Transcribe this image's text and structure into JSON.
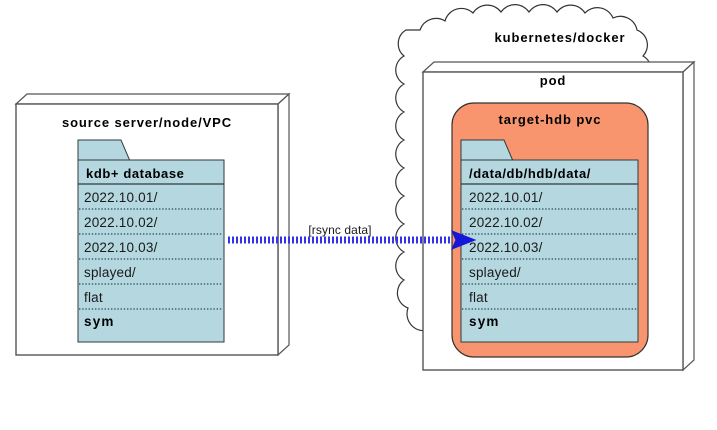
{
  "diagram": {
    "type": "architecture-diagram",
    "title_none": "",
    "source": {
      "container_label": "source server/node/VPC",
      "folder": {
        "header": "kdb+ database",
        "rows": [
          {
            "text": "2022.10.01/",
            "bold": false
          },
          {
            "text": "2022.10.02/",
            "bold": false
          },
          {
            "text": "2022.10.03/",
            "bold": false
          },
          {
            "text": "splayed/",
            "bold": false
          },
          {
            "text": "flat",
            "bold": false
          },
          {
            "text": "sym",
            "bold": true
          }
        ]
      }
    },
    "target": {
      "cloud_label": "kubernetes/docker",
      "pod_label": "pod",
      "pvc_label": "target-hdb pvc",
      "folder": {
        "header": "/data/db/hdb/data/",
        "rows": [
          {
            "text": "2022.10.01/",
            "bold": false
          },
          {
            "text": "2022.10.02/",
            "bold": false
          },
          {
            "text": "2022.10.03/",
            "bold": false
          },
          {
            "text": "splayed/",
            "bold": false
          },
          {
            "text": "flat",
            "bold": false
          },
          {
            "text": "sym",
            "bold": true
          }
        ]
      }
    },
    "connector": {
      "label": "[rsync data]",
      "direction": "left-to-right",
      "style": "dotted",
      "color": "#3333ee",
      "arrowhead": "solid-triangle"
    },
    "colors": {
      "folder_fill": "#b4d7e0",
      "pvc_fill": "#f8956e",
      "box_fill": "#ffffff",
      "stroke": "#000000",
      "box_stroke": "#555555",
      "arrow": "#2222dd"
    }
  }
}
